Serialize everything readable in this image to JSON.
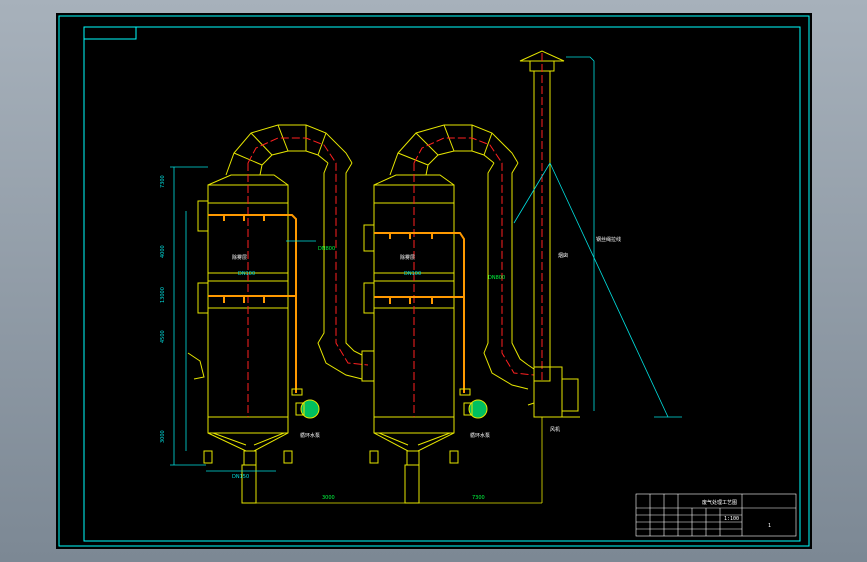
{
  "drawing": {
    "tower1": {
      "section_label": "除雾层",
      "label_mid": "DN100",
      "pipe_label": "DN800",
      "pump_label": "循环水泵",
      "outlet_label": "DN150",
      "dims": [
        "7300",
        "13000",
        "4000",
        "4500",
        "3000"
      ]
    },
    "tower2": {
      "section_label": "除雾层",
      "label_mid": "DN100",
      "pipe_label": "DN800",
      "pump_label": "循环水泵"
    },
    "stack": {
      "label": "烟囱",
      "guy_label": "钢丝绳拉线",
      "fan_label": "风机"
    },
    "base_dims": [
      "3000",
      "7300"
    ],
    "title_block": {
      "title": "废气处理工艺图",
      "scale": "1:100",
      "sheet": "1"
    }
  },
  "colors": {
    "outline": "#e6e600",
    "centerline": "#ff2020",
    "pipe": "#ff9900",
    "dimension": "#00e0e0",
    "pump": "#00c060",
    "border": "#00ffff",
    "text": "#ffffff"
  }
}
